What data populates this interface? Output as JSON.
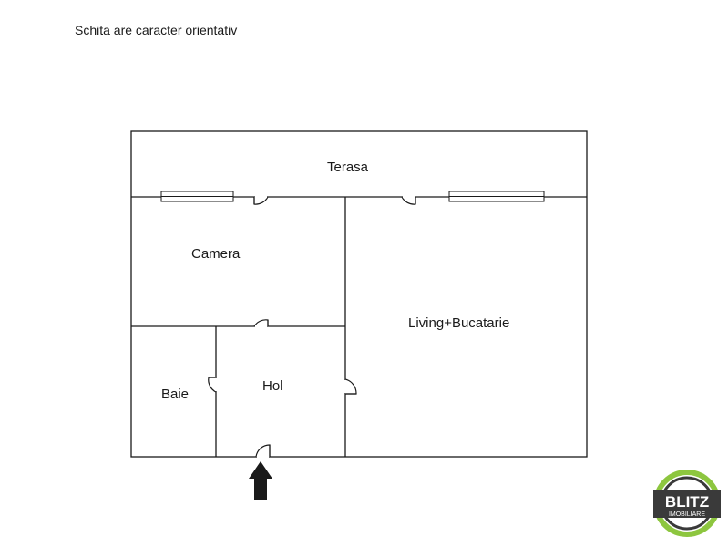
{
  "note": "Schita are caracter orientativ",
  "rooms": {
    "terasa": "Terasa",
    "camera": "Camera",
    "living": "Living+Bucatarie",
    "baie": "Baie",
    "hol": "Hol"
  },
  "logo": {
    "brand": "BLITZ",
    "sub": "IMOBILIARE"
  },
  "icons": {
    "entrance": "up-arrow-icon"
  },
  "colors": {
    "wall": "#1a1a1a",
    "logo_ring": "#8dc63f",
    "logo_dark": "#3a3a3a"
  }
}
